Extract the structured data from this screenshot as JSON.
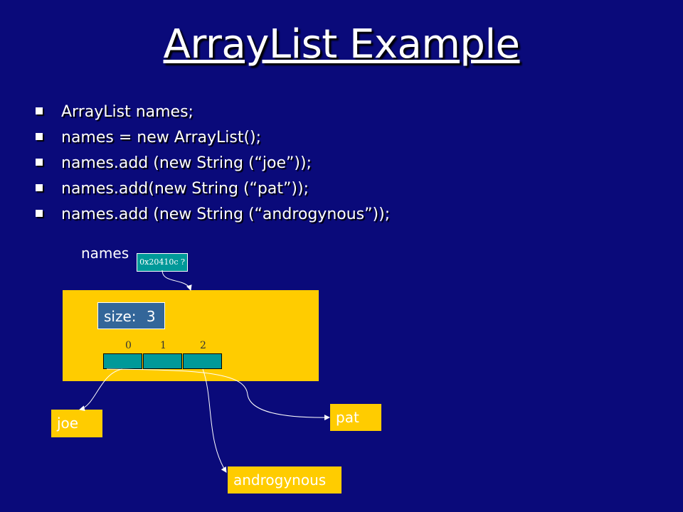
{
  "title": "ArrayList Example",
  "bullets": [
    "ArrayList names;",
    "names = new ArrayList();",
    "names.add (new String (“joe”));",
    "names.add(new String (“pat”));",
    "names.add (new String (“androgynous”));"
  ],
  "diagram": {
    "variable_label": "names",
    "reference_value": "0x20410c ?",
    "size_label": "size:",
    "size_value": "3",
    "indices": [
      "0",
      "1",
      "2"
    ],
    "strings": {
      "joe": "joe",
      "pat": "pat",
      "androgynous": "androgynous"
    }
  },
  "colors": {
    "background": "#0a0a7a",
    "object_fill": "#ffcc00",
    "cell_fill": "#009999",
    "size_fill": "#336699"
  }
}
